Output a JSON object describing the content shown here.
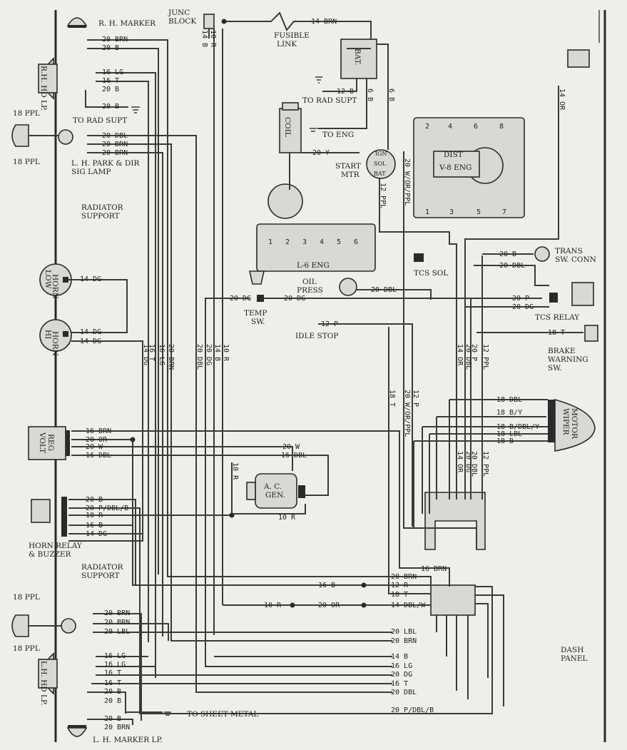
{
  "component_labels": {
    "rh_marker": "R. H. MARKER",
    "junc_block": "JUNC",
    "junc_block_2": "BLOCK",
    "fusible_link": "FUSIBLE",
    "fusible_link_2": "LINK",
    "bat": "BAT.",
    "rh_hd_lp": "R.H. HD LP.",
    "to_rad_supt_1": "TO RAD SUPT",
    "to_rad_supt_2": "TO RAD SUPT",
    "to_eng": "TO ENG",
    "coil": "COIL",
    "start_mtr": "START",
    "start_mtr_2": "MTR",
    "dist": "DIST",
    "v8_eng": "V-8 ENG",
    "l6_eng": "L-6 ENG",
    "lh_park": "L. H. PARK & DIR",
    "lh_park_2": "SIG LAMP",
    "radiator_support_1": "RADIATOR",
    "radiator_support_1b": "SUPPORT",
    "radiator_support_2": "RADIATOR",
    "radiator_support_2b": "SUPPORT",
    "low_horn": "LOW",
    "hi_horn": "HI",
    "horn": "HORN",
    "oil_press": "OIL",
    "oil_press_2": "PRESS",
    "temp_sw": "TEMP",
    "temp_sw_2": "SW.",
    "idle_stop": "IDLE STOP",
    "tcs_sol": "TCS SOL",
    "trans_sw_conn": "TRANS",
    "trans_sw_conn_2": "SW. CONN",
    "tcs_relay": "TCS RELAY",
    "brake_warning": "BRAKE",
    "brake_warning_2": "WARNING",
    "brake_warning_3": "SW.",
    "volt_reg": "VOLT",
    "volt_reg_2": "REG",
    "ac_gen": "A. C.",
    "ac_gen_2": "GEN.",
    "horn_relay": "HORN RELAY",
    "horn_relay_2": "& BUZZER",
    "wiper_motor": "WIPER",
    "wiper_motor_2": "MOTOR",
    "to_sheet_metal": "TO SHEET METAL",
    "lh_hd_lp": "L.H. HD LP.",
    "lh_marker": "L. H. MARKER LP.",
    "dash_panel": "DASH",
    "dash_panel_2": "PANEL",
    "ppl_top_1": "18 PPL",
    "ppl_top_2": "18 PPL",
    "ppl_bot_1": "18 PPL",
    "ppl_bot_2": "18 PPL",
    "ign": "IGN",
    "sol": "SOL",
    "bat_term": "BAT"
  },
  "wire_labels": {
    "w_20brn_a": "20 BRN",
    "w_20b_a": "20 B",
    "w_16lg_a": "16 LG",
    "w_16t_a": "16 T",
    "w_20b_b": "20 B",
    "w_20b_c": "20 B",
    "w_20dbl_a": "20 DBL",
    "w_20brn_b": "20 BRN",
    "w_20brn_c": "20 BRN",
    "w_14brn": "14 BRN",
    "w_10r_v": "10 R",
    "w_14b_v": "14 B",
    "w_12b": "12 B",
    "w_6b_a": "6 B",
    "w_6b_b": "6 B",
    "w_20y": "20 Y",
    "w_20woppl_top": "20 W/OR/PPL",
    "w_12ppl_top": "12 PPL",
    "w_14or_top": "14 OR",
    "w_14dg_a": "14 DG",
    "w_14dg_b": "14 DG",
    "w_14dg_c": "14 DG",
    "w_20dg_temp": "20 DG",
    "w_20dg_oil": "20 DG",
    "w_20dbl_oil": "20 DBL",
    "w_12p_idle": "12 P",
    "w_20b_trans": "20 B",
    "w_20dbl_trans": "20 DBL",
    "w_20p_relay": "20 P",
    "w_20dg_relay": "20 DG",
    "w_18t_brake": "18 T",
    "v_14dg": "14 DG",
    "v_16t": "16 T",
    "v_16lg": "16 LG",
    "v_20brn": "20 BRN",
    "v_20dbl": "20 DBL",
    "v_20dg": "20 DG",
    "v_14b": "14 B",
    "v_10r": "10 R",
    "v_14or_a": "14 OR",
    "v_20dbl_r": "20 DBL",
    "v_20p_r": "20 P",
    "v_12ppl_r": "12 PPL",
    "v_18t": "18 T",
    "v_20woppl": "20 W/OR/PPL",
    "v_12p": "12 P",
    "v_10r_mid": "10 R",
    "v_14or_b": "14 OR",
    "v_20dg_b": "20 DG",
    "v_20dbl_b": "20 DBL",
    "v_12ppl_b": "12 PPL",
    "vr_16brn": "16 BRN",
    "vr_20or": "20 OR",
    "vr_20w": "20 W",
    "vr_16dbl": "16 DBL",
    "gen_20w": "20 W",
    "gen_16dbl": "16 DBL",
    "gen_10r": "10 R",
    "hr_20b": "20 B",
    "hr_20pdblb": "20 P/DBL/B",
    "hr_10r": "10 R",
    "hr_16b": "16 B",
    "hr_14dg": "14 DG",
    "wp_18dbl": "18 DBL",
    "wp_18by": "18 B/Y",
    "wp_18bdbly": "18 B/DBL/Y",
    "wp_18lbl": "18 LBL",
    "wp_18b": "18 B",
    "bc_16brn": "16 BRN",
    "bc_20brn": "20 BRN",
    "bc_16b": "16 B",
    "bc_12r": "12 R",
    "bc_18t": "18 T",
    "bc_10r": "10 R",
    "bc_20or": "20 OR",
    "bc_14dblw": "14 DBL/W",
    "lh_20brn_a": "20 BRN",
    "lh_20brn_b": "20 BRN",
    "lh_20lbl": "20 LBL",
    "bc_20lbl": "20 LBL",
    "bc_20brn_2": "20 BRN",
    "bc_14b": "14 B",
    "bc_16lg": "16 LG",
    "bc_20dg": "20 DG",
    "bc_16t": "16 T",
    "bc_20dbl": "20 DBL",
    "bc_20pdblb": "20 P/DBL/B",
    "lh_16lg_a": "16 LG",
    "lh_16lg_b": "16 LG",
    "lh_16t_a": "16 T",
    "lh_16t_b": "16 T",
    "lh_20b_a": "20 B",
    "lh_20b_b": "20 B",
    "lh_20b_c": "20 B",
    "lh_20brn_c": "20 BRN",
    "dist_1": "1",
    "dist_2": "2",
    "dist_3": "3",
    "dist_4": "4",
    "dist_5": "5",
    "dist_6": "6",
    "dist_7": "7",
    "dist_8": "8",
    "l6_1": "1",
    "l6_2": "2",
    "l6_3": "3",
    "l6_4": "4",
    "l6_5": "5",
    "l6_6": "6"
  }
}
